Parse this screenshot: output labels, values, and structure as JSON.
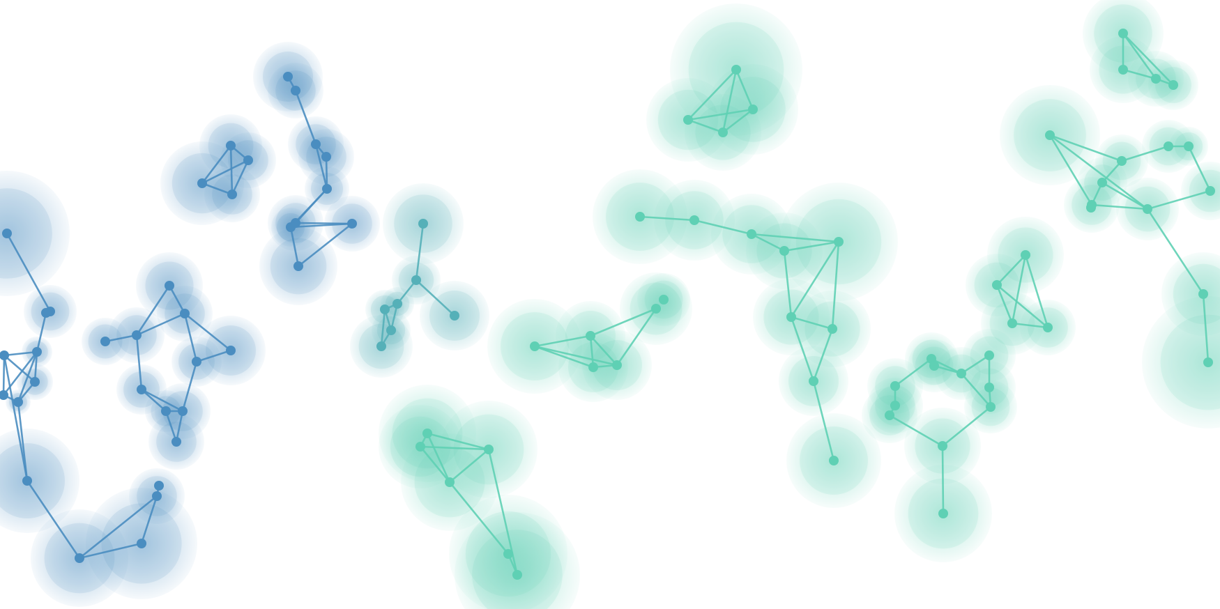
{
  "colors": {
    "blue": "#4a8dc0",
    "teal": "#5fd0b4",
    "background": "#ffffff"
  },
  "graphic": {
    "description_kind": "decorative molecular network illustration",
    "color_gradient": [
      "blue",
      "teal"
    ],
    "cluster_count": 16,
    "visible_text": []
  }
}
